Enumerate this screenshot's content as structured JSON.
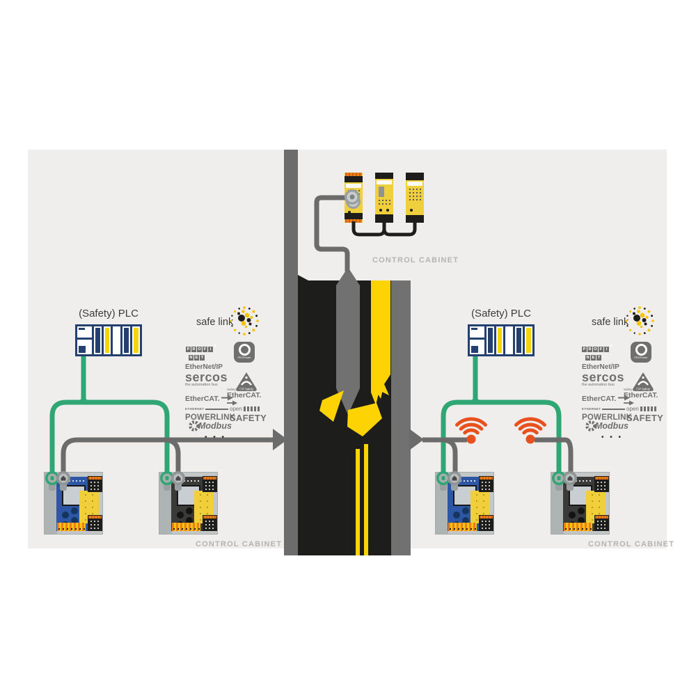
{
  "labels": {
    "control_cabinet": "CONTROL CABINET",
    "safety_plc": "(Safety) PLC",
    "safe_link": "safe link",
    "ellipsis": "• • •"
  },
  "protocols": {
    "profinet_row1": "PROFI",
    "profinet_row2": "NET",
    "profinet_reg": "®",
    "profisafe": "PROFIsafe",
    "ethernet_ip": "EtherNet/IP",
    "sercos": "sercos",
    "sercos_subtitle": "the automation bus",
    "cip_safety": "CIP Safety",
    "ethercat": "EtherCAT.",
    "safety_over": "Safety over",
    "safety_over_ethercat": "EtherCAT.",
    "ethernet_small": "ETHERNET",
    "powerlink": "POWERLINK",
    "open": "open",
    "safety_big": "SAFETY",
    "modbus": "Modbus"
  },
  "colors": {
    "panel_gray": "#efeeec",
    "divider_gray": "#6c6c6c",
    "band_black": "#1d1d1b",
    "asi_yellow": "#fdd304",
    "cable_green": "#2fa673",
    "cable_gray": "#6b6b6b",
    "wifi_orange": "#e8501e",
    "plc_navy": "#24406e",
    "device_blue": "#2d57a4",
    "device_dark": "#3a3a39",
    "terminal_orange": "#ef7d1a",
    "label_gray": "#b6b4b2",
    "logo_gray": "#6f6f6e"
  }
}
